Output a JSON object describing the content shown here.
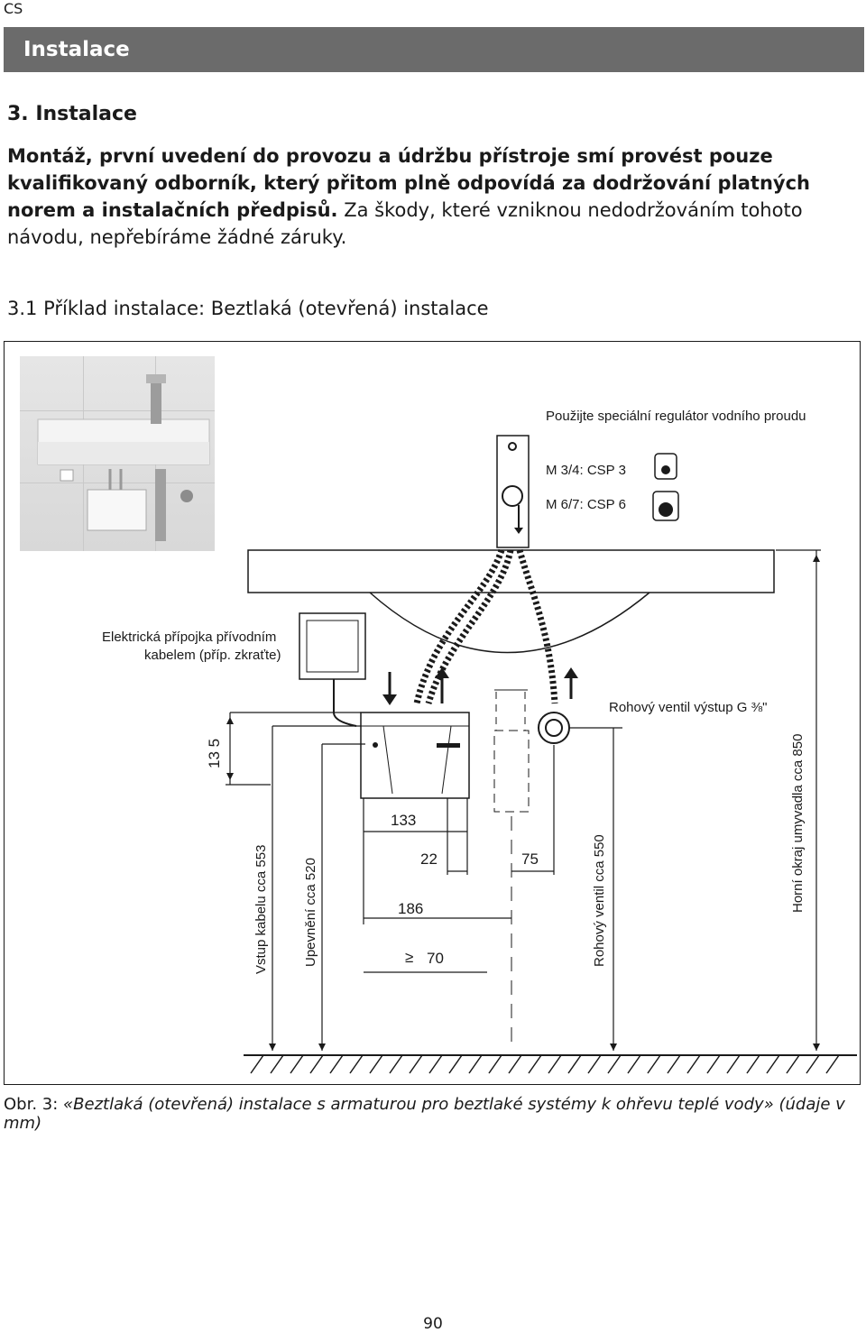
{
  "page": {
    "lang": "CS",
    "header_title": "Instalace",
    "page_number": "90"
  },
  "section": {
    "heading": "3. Instalace",
    "intro_bold": "Montáž, první uvedení do provozu a údržbu přístroje smí provést pouze kvalifikovaný odborník, který přitom plně odpovídá za dodržování platných norem a instalačních předpisů.",
    "intro_normal": " Za škody, které vzniknou nedodržováním tohoto návodu, nepřebíráme žádné záruky.",
    "subheading": "3.1 Příklad instalace: Beztlaká (otevřená) instalace"
  },
  "figure": {
    "labels": {
      "regulator": "Použijte speciální regulátor vodního proudu",
      "m34": "M 3/4: CSP 3",
      "m67": "M 6/7: CSP 6",
      "electric_line1": "Elektrická přípojka přívodním",
      "electric_line2": "kabelem (příp. zkraťte)",
      "corner_valve_out": "Rohový ventil výstup G ⅜\"",
      "cable_entry": "Vstup kabelu cca 553",
      "fixing": "Upevnění cca 520",
      "corner_valve": "Rohový ventil cca 550",
      "basin_edge": "Horní okraj umyvadla cca 850"
    },
    "dimensions": {
      "d135": "13 5",
      "d133": "133",
      "d22": "22",
      "d75": "75",
      "d186": "186",
      "d70": "70",
      "geq": "≥"
    },
    "caption_prefix": "Obr. 3: ",
    "caption_text": "«Beztlaká (otevřená) instalace s armaturou pro beztlaké systémy k ohřevu teplé vody» (údaje v mm)"
  }
}
